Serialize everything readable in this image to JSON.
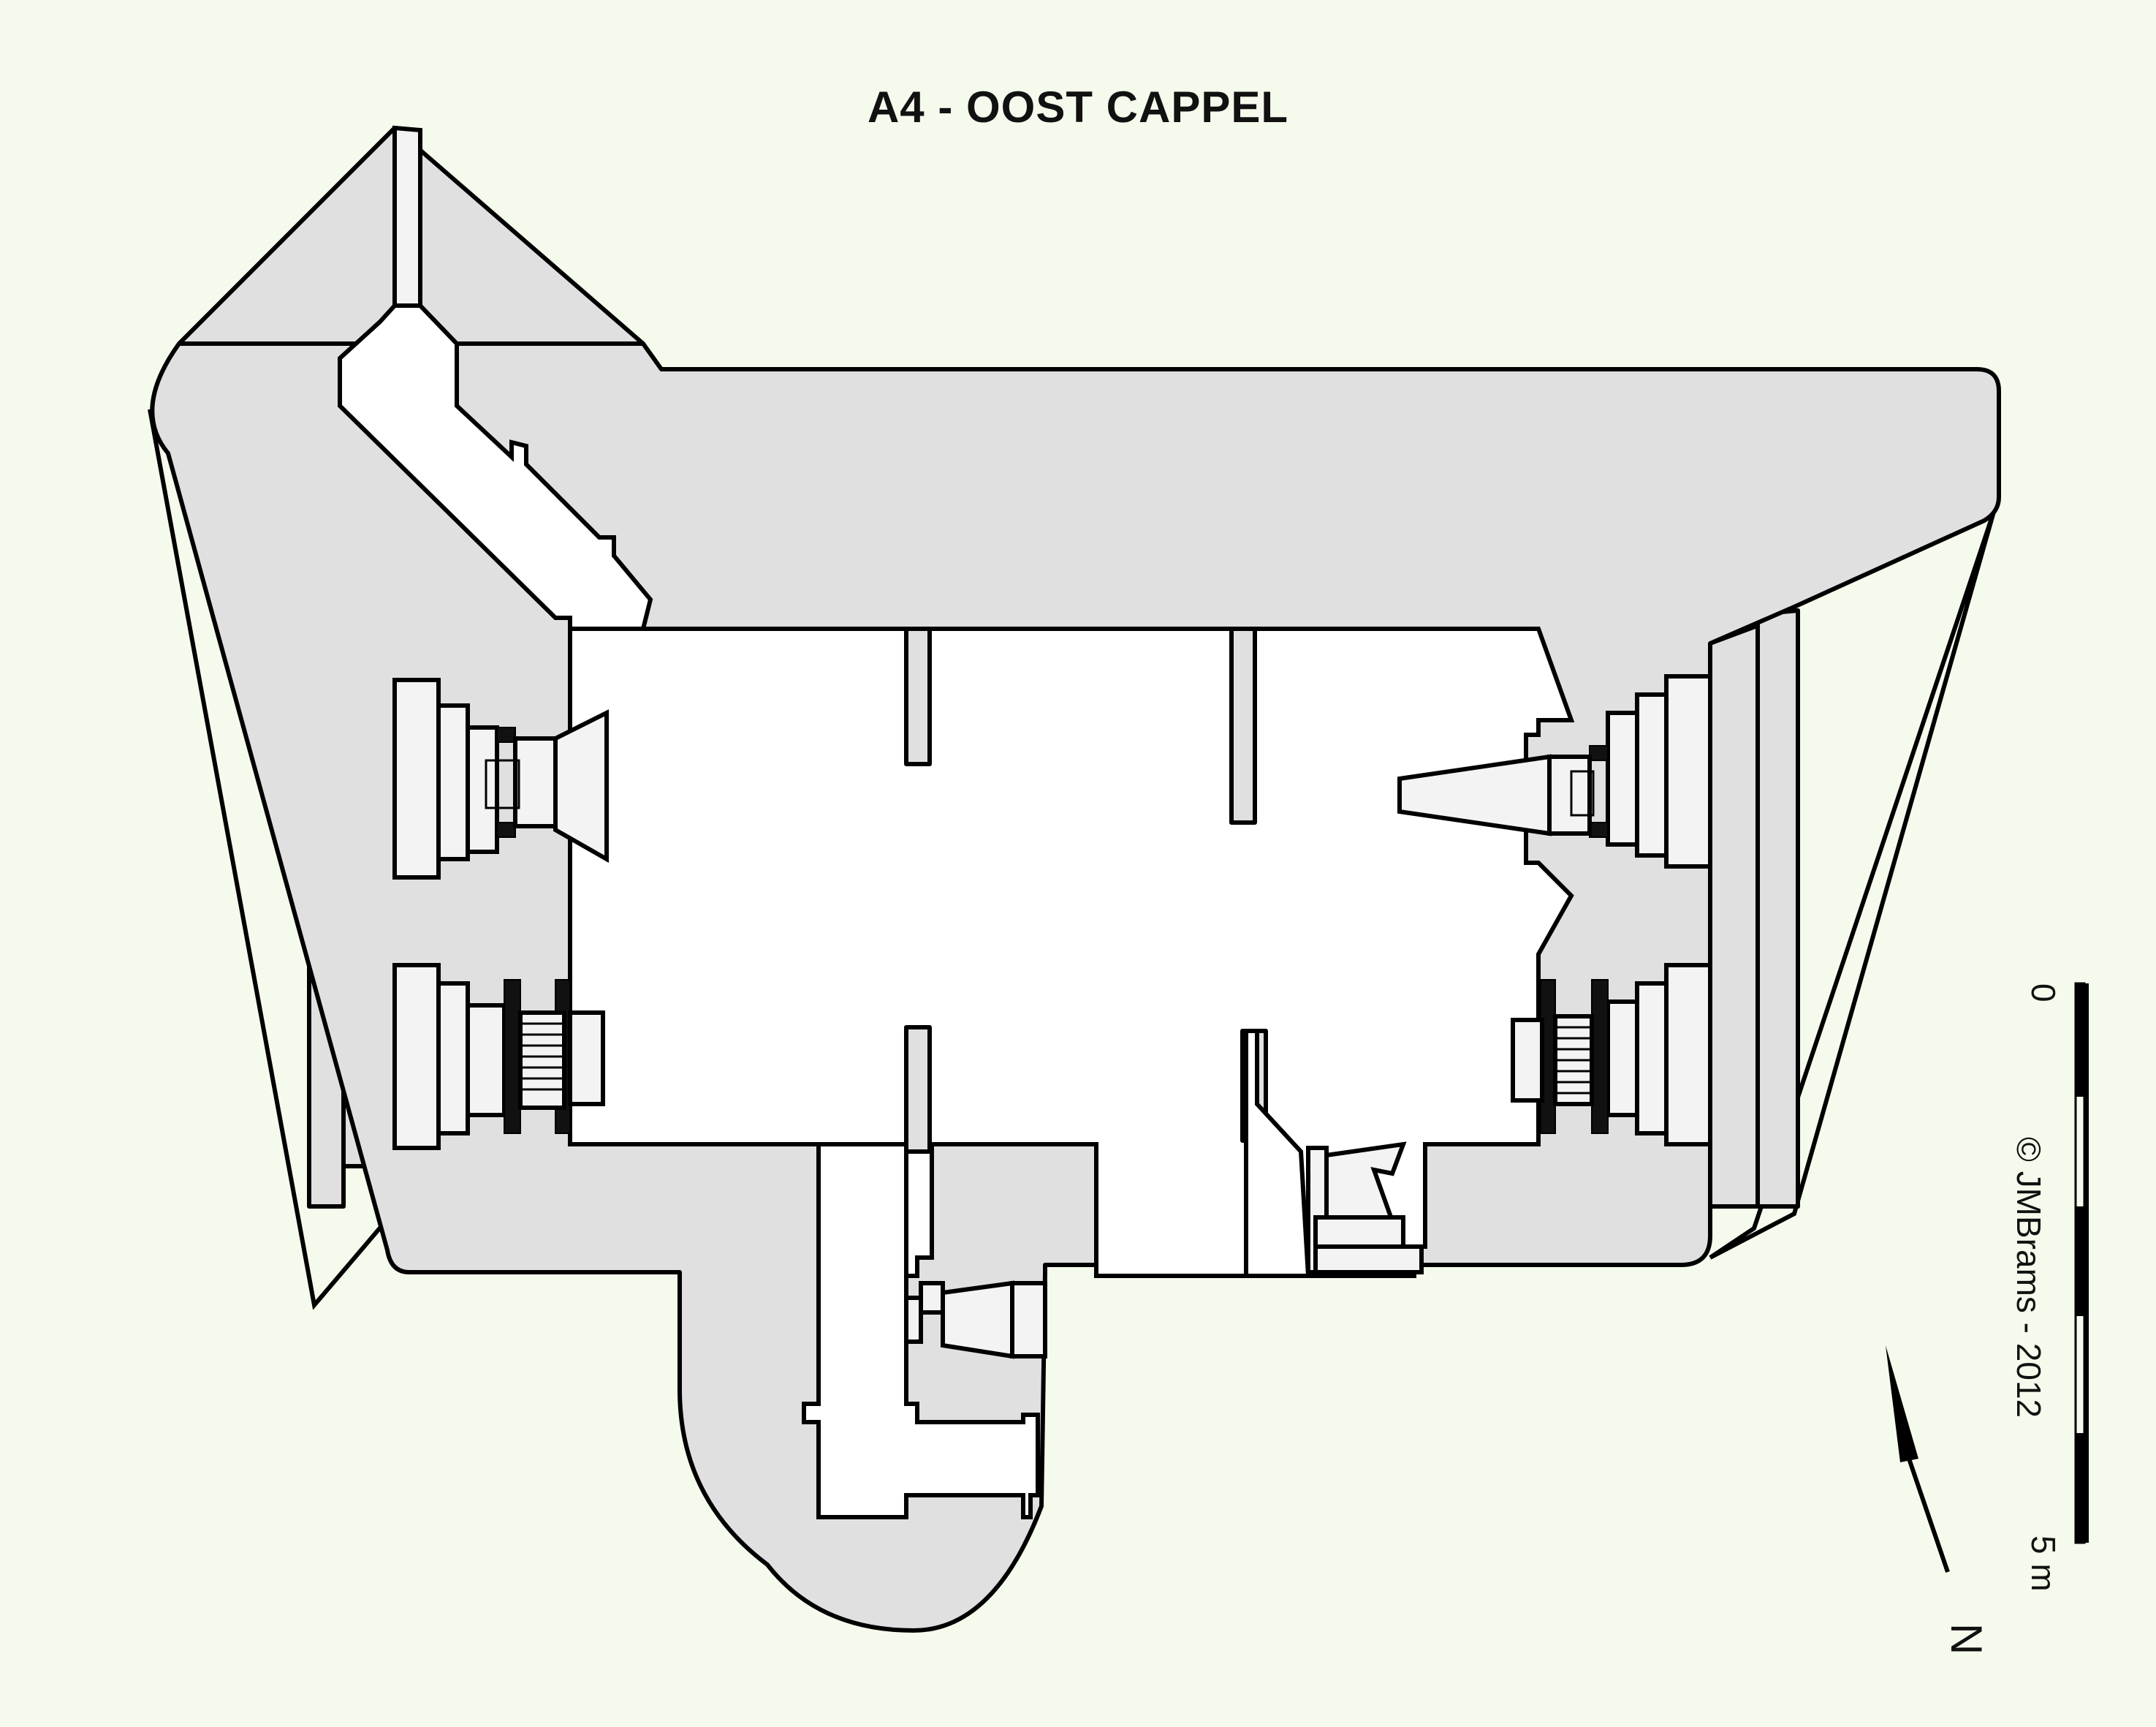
{
  "title": "A4 - OOST CAPPEL",
  "scale_bar": {
    "start_label": "0",
    "end_label": "5 m"
  },
  "credit": "©  JMBrams  -  2012",
  "north_arrow": {
    "label": "N",
    "icon": "north-arrow-icon"
  },
  "colors": {
    "background": "#f5fbec",
    "concrete": "#e0e0e0",
    "interior": "#ffffff",
    "outline": "#000000"
  }
}
